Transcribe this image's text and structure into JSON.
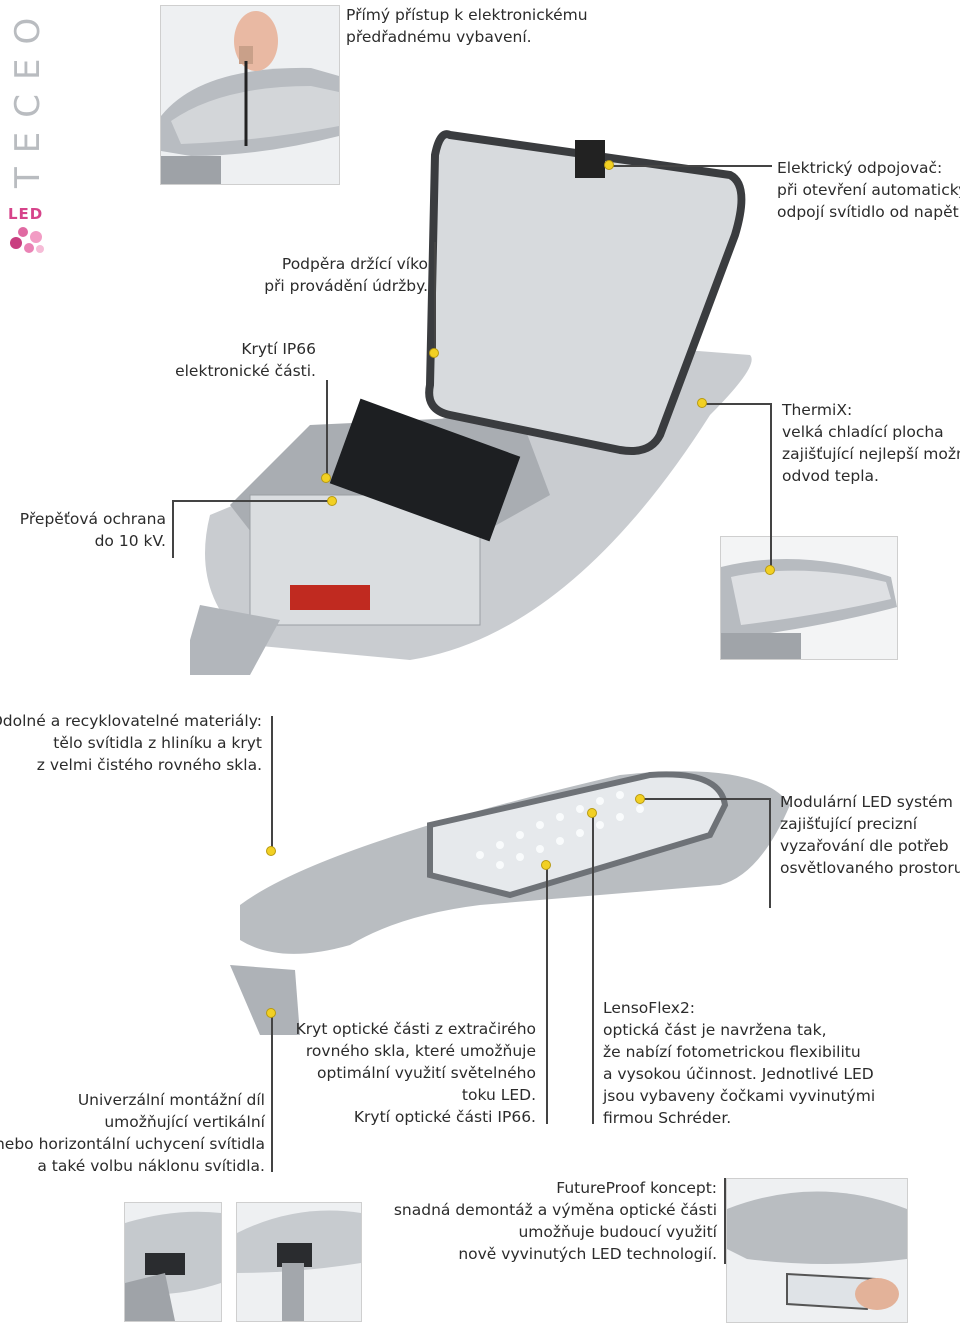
{
  "brand": {
    "name": "TECEO",
    "logo_text": "LED"
  },
  "callouts": {
    "access": [
      "Přímý přístup k elektronickému",
      "předřadnému vybavení."
    ],
    "disconnector": [
      "Elektrický odpojovač:",
      "při otevření automaticky",
      "odpojí svítidlo od napětí."
    ],
    "support": [
      "Podpěra držící víko",
      "při provádění údržby."
    ],
    "ip66": [
      "Krytí IP66",
      "elektronické části."
    ],
    "thermix": [
      "ThermiX:",
      "velká chladící plocha",
      "zajišťující nejlepší možný",
      "odvod tepla."
    ],
    "surge": [
      "Přepěťová ochrana",
      "do 10 kV."
    ],
    "materials": [
      "Odolné a recyklovatelné materiály:",
      "tělo svítidla z hliníku a kryt",
      "z velmi čistého rovného skla."
    ],
    "modular": [
      "Modulární LED systém",
      "zajišťující precizní",
      "vyzařování dle potřeb",
      "osvětlovaného prostoru."
    ],
    "mounting": [
      "Univerzální montážní díl",
      "umožňující vertikální",
      "nebo horizontální uchycení svítidla",
      "a také volbu náklonu svítidla."
    ],
    "optic_cover": [
      "Kryt optické části z extračirého",
      "rovného skla, které umožňuje",
      "optimální využití světelného",
      "toku LED.",
      "Krytí optické části IP66."
    ],
    "lensoflex": [
      "LensoFlex2:",
      "optická část je navržena tak,",
      "že nabízí fotometrickou flexibilitu",
      "a vysokou účinnost. Jednotlivé LED",
      "jsou vybaveny čočkami vyvinutými",
      "firmou Schréder."
    ],
    "futureproof": [
      "FutureProof koncept:",
      "snadná demontáž a výměna optické části",
      "umožňuje budoucí využití",
      "nově vyvinutých LED technologií."
    ]
  },
  "colors": {
    "dot": "#f2d023",
    "line": "#444444",
    "brand_grey": "#b9bcc0",
    "logo_pink": "#d6438a"
  }
}
